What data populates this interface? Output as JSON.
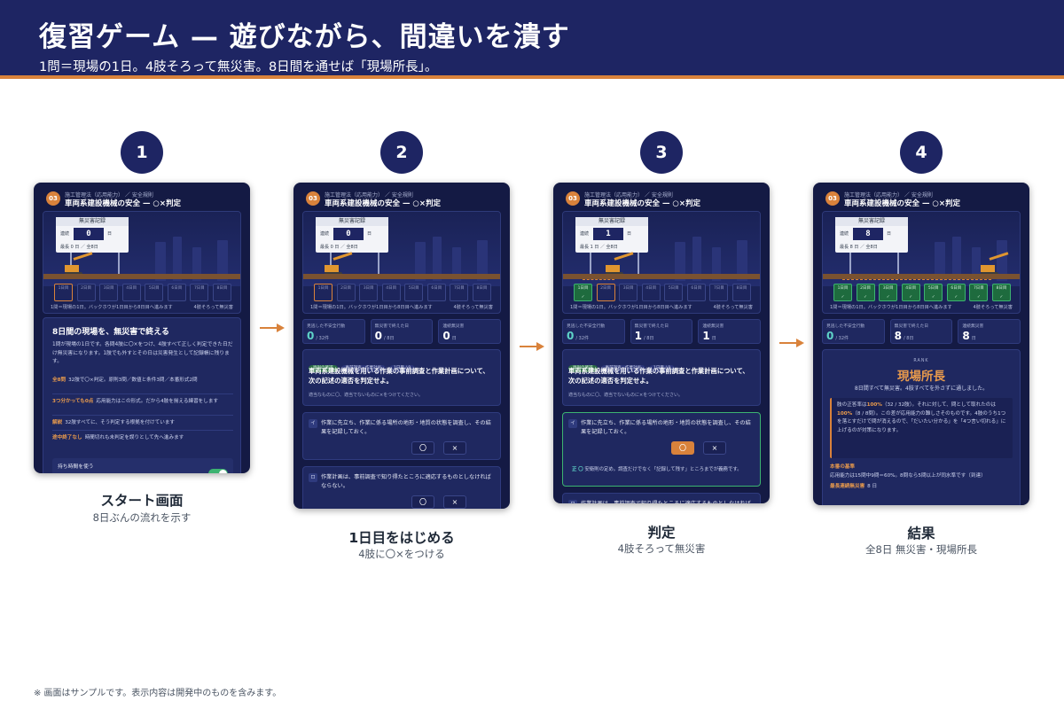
{
  "header": {
    "title": "復習ゲーム — 遊びながら、間違いを潰す",
    "subtitle": "1問＝現場の1日。4肢そろって無災害。8日間を通せば「現場所長」。"
  },
  "steps": [
    {
      "number": "1",
      "caption_title": "スタート画面",
      "caption_sub": "8日ぶんの流れを示す"
    },
    {
      "number": "2",
      "caption_title": "1日目をはじめる",
      "caption_sub": "4肢に〇×をつける"
    },
    {
      "number": "3",
      "caption_title": "判定",
      "caption_sub": "4肢そろって無災害"
    },
    {
      "number": "4",
      "caption_title": "結果",
      "caption_sub": "全8日 無災害・現場所長"
    }
  ],
  "screen": {
    "num": "03",
    "breadcrumb": "施工管理法（応用能力） ／ 安全規則",
    "title": "車両系建設機械の安全 — ○×判定",
    "board_title": "無災害記録",
    "board_label": "連続",
    "board_unit": "日",
    "board_best": "最長 0 日 ／ 全8日",
    "board_best_s3": "最長 1 日 ／ 全8日",
    "board_best_s4": "最長 8 日 ／ 全8日",
    "board_val_0": "0",
    "board_val_1": "1",
    "board_val_8": "8",
    "days": [
      "1日目",
      "2日目",
      "3日目",
      "4日目",
      "5日目",
      "6日目",
      "7日目",
      "8日目"
    ],
    "check": "✓",
    "foot_left": "1問＝現場の1日。バックホウが1日目から8日目へ進みます",
    "foot_right": "4肢そろって無災害",
    "stats_labels": [
      "見逃した不安全行動",
      "無災害で終えた日",
      "連続無災害"
    ],
    "stats_s2": [
      {
        "v": "0",
        "d": "/ 32件"
      },
      {
        "v": "0",
        "d": "/ 8日"
      },
      {
        "v": "0",
        "d": "日"
      }
    ],
    "stats_s3": [
      {
        "v": "0",
        "d": "/ 32件"
      },
      {
        "v": "1",
        "d": "/ 8日"
      },
      {
        "v": "1",
        "d": "日"
      }
    ],
    "stats_s4": [
      {
        "v": "0",
        "d": "/ 32件"
      },
      {
        "v": "8",
        "d": "/ 8日"
      },
      {
        "v": "8",
        "d": "日"
      }
    ],
    "tags": [
      "原則の確認",
      "事前調査・作業計画",
      "1日目 / 8"
    ],
    "question": "車両系建設機械を用いる作業の事前調査と作業計画について、次の記述の適否を判定せよ。",
    "hint": "適当なものに〇、適当でないものに×をつけてください。",
    "opt_a_key": "イ",
    "opt_a": "作業に先立ち、作業に係る場所の地形・地質の状態を調査し、その結果を記録しておく。",
    "opt_b_key": "ロ",
    "opt_b": "作業計画は、事前調査で知り得たところに適応するものとしなければならない。",
    "circle": "〇",
    "cross": "×",
    "expl_mark": "正 〇",
    "expl": "安衛則の定め。調査だけでなく「記録して残す」ところまでが義務です。"
  },
  "intro": {
    "heading": "8日間の現場を、無災害で終える",
    "body": "1問が現場の1日です。各問4肢に〇×をつけ、4肢すべて正しく判定できた日だけ無災害になります。1肢でも外すとその日は災害発生として記録帳に残ります。",
    "rules": [
      {
        "k": "全8問",
        "t": "32肢で〇×判定。原則3問／数値と条件3問／本番形式2問"
      },
      {
        "k": "3つ分かっても0点",
        "t": "応用能力はこの形式。だから4肢を揃える練習をします"
      },
      {
        "k": "解説",
        "t": "32肢すべてに、そう判定する根拠を付けています"
      },
      {
        "k": "途中終了なし",
        "t": "時間切れも未判定を誤りとして先へ進みます"
      }
    ],
    "toggle": "持ち時間を使う"
  },
  "result": {
    "rank_label": "RANK",
    "rank": "現場所長",
    "rank_sub": "8日間すべて無災害。4肢すべてを外さずに通しました。",
    "expl_a": "肢の正答率は",
    "expl_b": "100%",
    "expl_c": "（32 / 32肢）。それに対して、問として取れたのは",
    "expl_d": "100%",
    "expl_e": "（8 / 8問）。この差が応用能力の難しさそのものです。4肢のうち1つを落とすだけで問が消えるので、「だいたい分かる」を「4つ言い切れる」に上げるのが対策になります。",
    "line1_k": "本番の基準",
    "line1": "応用能力は15問中9問＝60%。8問なら5問以上が同水準です（到達）",
    "line2_k": "最長連続無災害",
    "line2": "8 日"
  },
  "footnote": "※ 画面はサンプルです。表示内容は開発中のものを含みます。"
}
